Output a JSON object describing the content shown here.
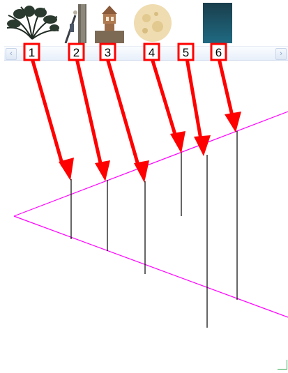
{
  "thumbnails": [
    {
      "name": "palm-fern-thumbnail"
    },
    {
      "name": "climber-thumbnail"
    },
    {
      "name": "tower-thumbnail"
    },
    {
      "name": "moon-thumbnail"
    },
    {
      "name": "dark-water-thumbnail"
    }
  ],
  "scrollbar": {
    "left_icon": "chevron-left-icon",
    "right_icon": "chevron-right-icon"
  },
  "labels": [
    "1",
    "2",
    "3",
    "4",
    "5",
    "6"
  ],
  "colors": {
    "arrow": "#ff0000",
    "badge_border": "#ff0000",
    "guide": "#ff00ff",
    "stem": "#000000"
  }
}
